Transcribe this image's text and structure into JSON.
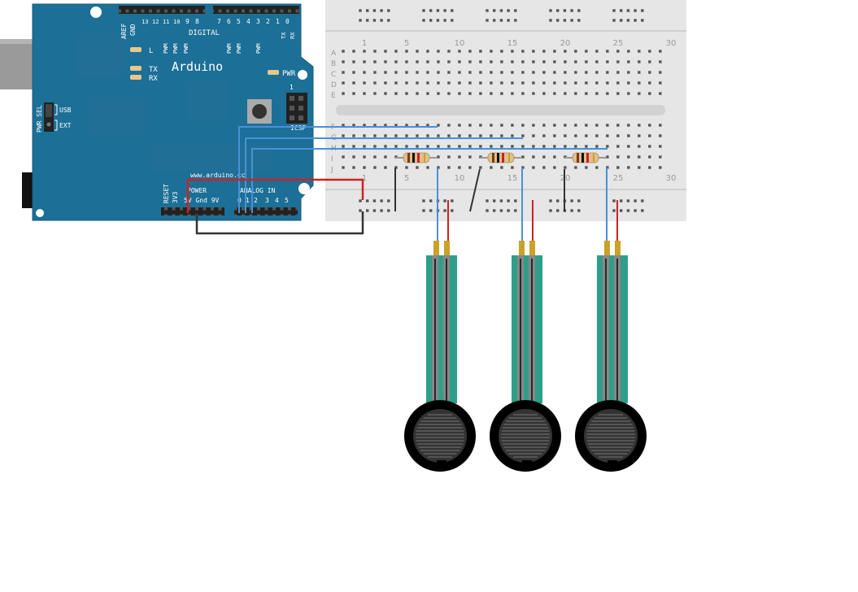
{
  "board": {
    "name": "Arduino",
    "website": "www.arduino.cc",
    "aref": "AREF",
    "gnd_top": "GND",
    "digital_label": "DIGITAL",
    "digital_pins": [
      "13",
      "12",
      "11",
      "10",
      "9",
      "8",
      "7",
      "6",
      "5",
      "4",
      "3",
      "2",
      "1",
      "0"
    ],
    "pwm": "PWM",
    "tx_pin": "TX",
    "rx_pin": "RX",
    "led_l": "L",
    "led_tx": "TX",
    "led_rx": "RX",
    "pwr": "PWR",
    "pwr_sel": "PWR SEL",
    "usb": "USB",
    "ext": "EXT",
    "icsp": "ICSP",
    "icsp_pin1": "1",
    "reset": "RESET",
    "v33": "3V3",
    "power_label": "POWER",
    "power_pins": "5V Gnd 9V",
    "analog_label": "ANALOG IN",
    "analog_pins": [
      "0",
      "1",
      "2",
      "3",
      "4",
      "5"
    ]
  },
  "breadboard": {
    "column_numbers": [
      "1",
      "5",
      "10",
      "15",
      "20",
      "25",
      "30"
    ],
    "rows_top": [
      "A",
      "B",
      "C",
      "D",
      "E"
    ],
    "rows_bottom": [
      "F",
      "G",
      "H",
      "I",
      "J"
    ]
  },
  "colors": {
    "board": "#1c6f96",
    "breadboard": "#e6e6e6",
    "wire_blue": "#4a90d9",
    "wire_red": "#cc2222",
    "wire_black": "#333333",
    "sensor_strip": "#2e9e8a"
  }
}
